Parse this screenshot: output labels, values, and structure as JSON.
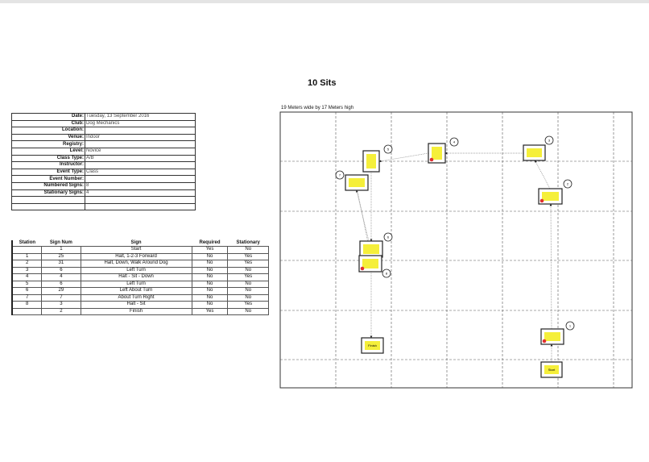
{
  "title": "10 Sits",
  "course_dimensions": "19 Meters wide by 17 Meters high",
  "info": [
    {
      "label": "Date:",
      "value": "Tuesday, 13 September 2016"
    },
    {
      "label": "Club:",
      "value": "Dog Mechanics"
    },
    {
      "label": "Location:",
      "value": ""
    },
    {
      "label": "Venue:",
      "value": "Indoor"
    },
    {
      "label": "Registry:",
      "value": ""
    },
    {
      "label": "Level:",
      "value": "Novice"
    },
    {
      "label": "Class Type:",
      "value": "A/B"
    },
    {
      "label": "Instructor:",
      "value": ""
    },
    {
      "label": "Event Type:",
      "value": "Class"
    },
    {
      "label": "Event Number:",
      "value": ""
    },
    {
      "label": "Numbered Signs:",
      "value": "8"
    },
    {
      "label": "Stationary Signs:",
      "value": "4"
    },
    {
      "label": "",
      "value": ""
    },
    {
      "label": "",
      "value": ""
    }
  ],
  "sign_table": {
    "headers": [
      "Station",
      "Sign Num",
      "Sign",
      "Required",
      "Stationary"
    ],
    "rows": [
      [
        "",
        "1",
        "Start",
        "Yes",
        "No"
      ],
      [
        "1",
        "25",
        "Halt, 1-2-3 Forward",
        "No",
        "Yes"
      ],
      [
        "2",
        "31",
        "Halt, Down, Walk Around Dog",
        "No",
        "Yes"
      ],
      [
        "3",
        "6",
        "Left Turn",
        "No",
        "No"
      ],
      [
        "4",
        "4",
        "Halt - Sit - Down",
        "No",
        "Yes"
      ],
      [
        "5",
        "6",
        "Left Turn",
        "No",
        "No"
      ],
      [
        "6",
        "29",
        "Left About Turn",
        "No",
        "No"
      ],
      [
        "7",
        "7",
        "About Turn Right",
        "No",
        "No"
      ],
      [
        "8",
        "3",
        "Halt - Sit",
        "No",
        "Yes"
      ],
      [
        "",
        "2",
        "Finish",
        "Yes",
        "No"
      ]
    ]
  },
  "course": {
    "start_label": "Start",
    "finish_label": "Finish",
    "station_numbers": [
      "1",
      "2",
      "3",
      "4",
      "5",
      "6",
      "7",
      "8"
    ],
    "sign_color": "#f5ef3a",
    "stationary_dot_color": "#e03030"
  }
}
